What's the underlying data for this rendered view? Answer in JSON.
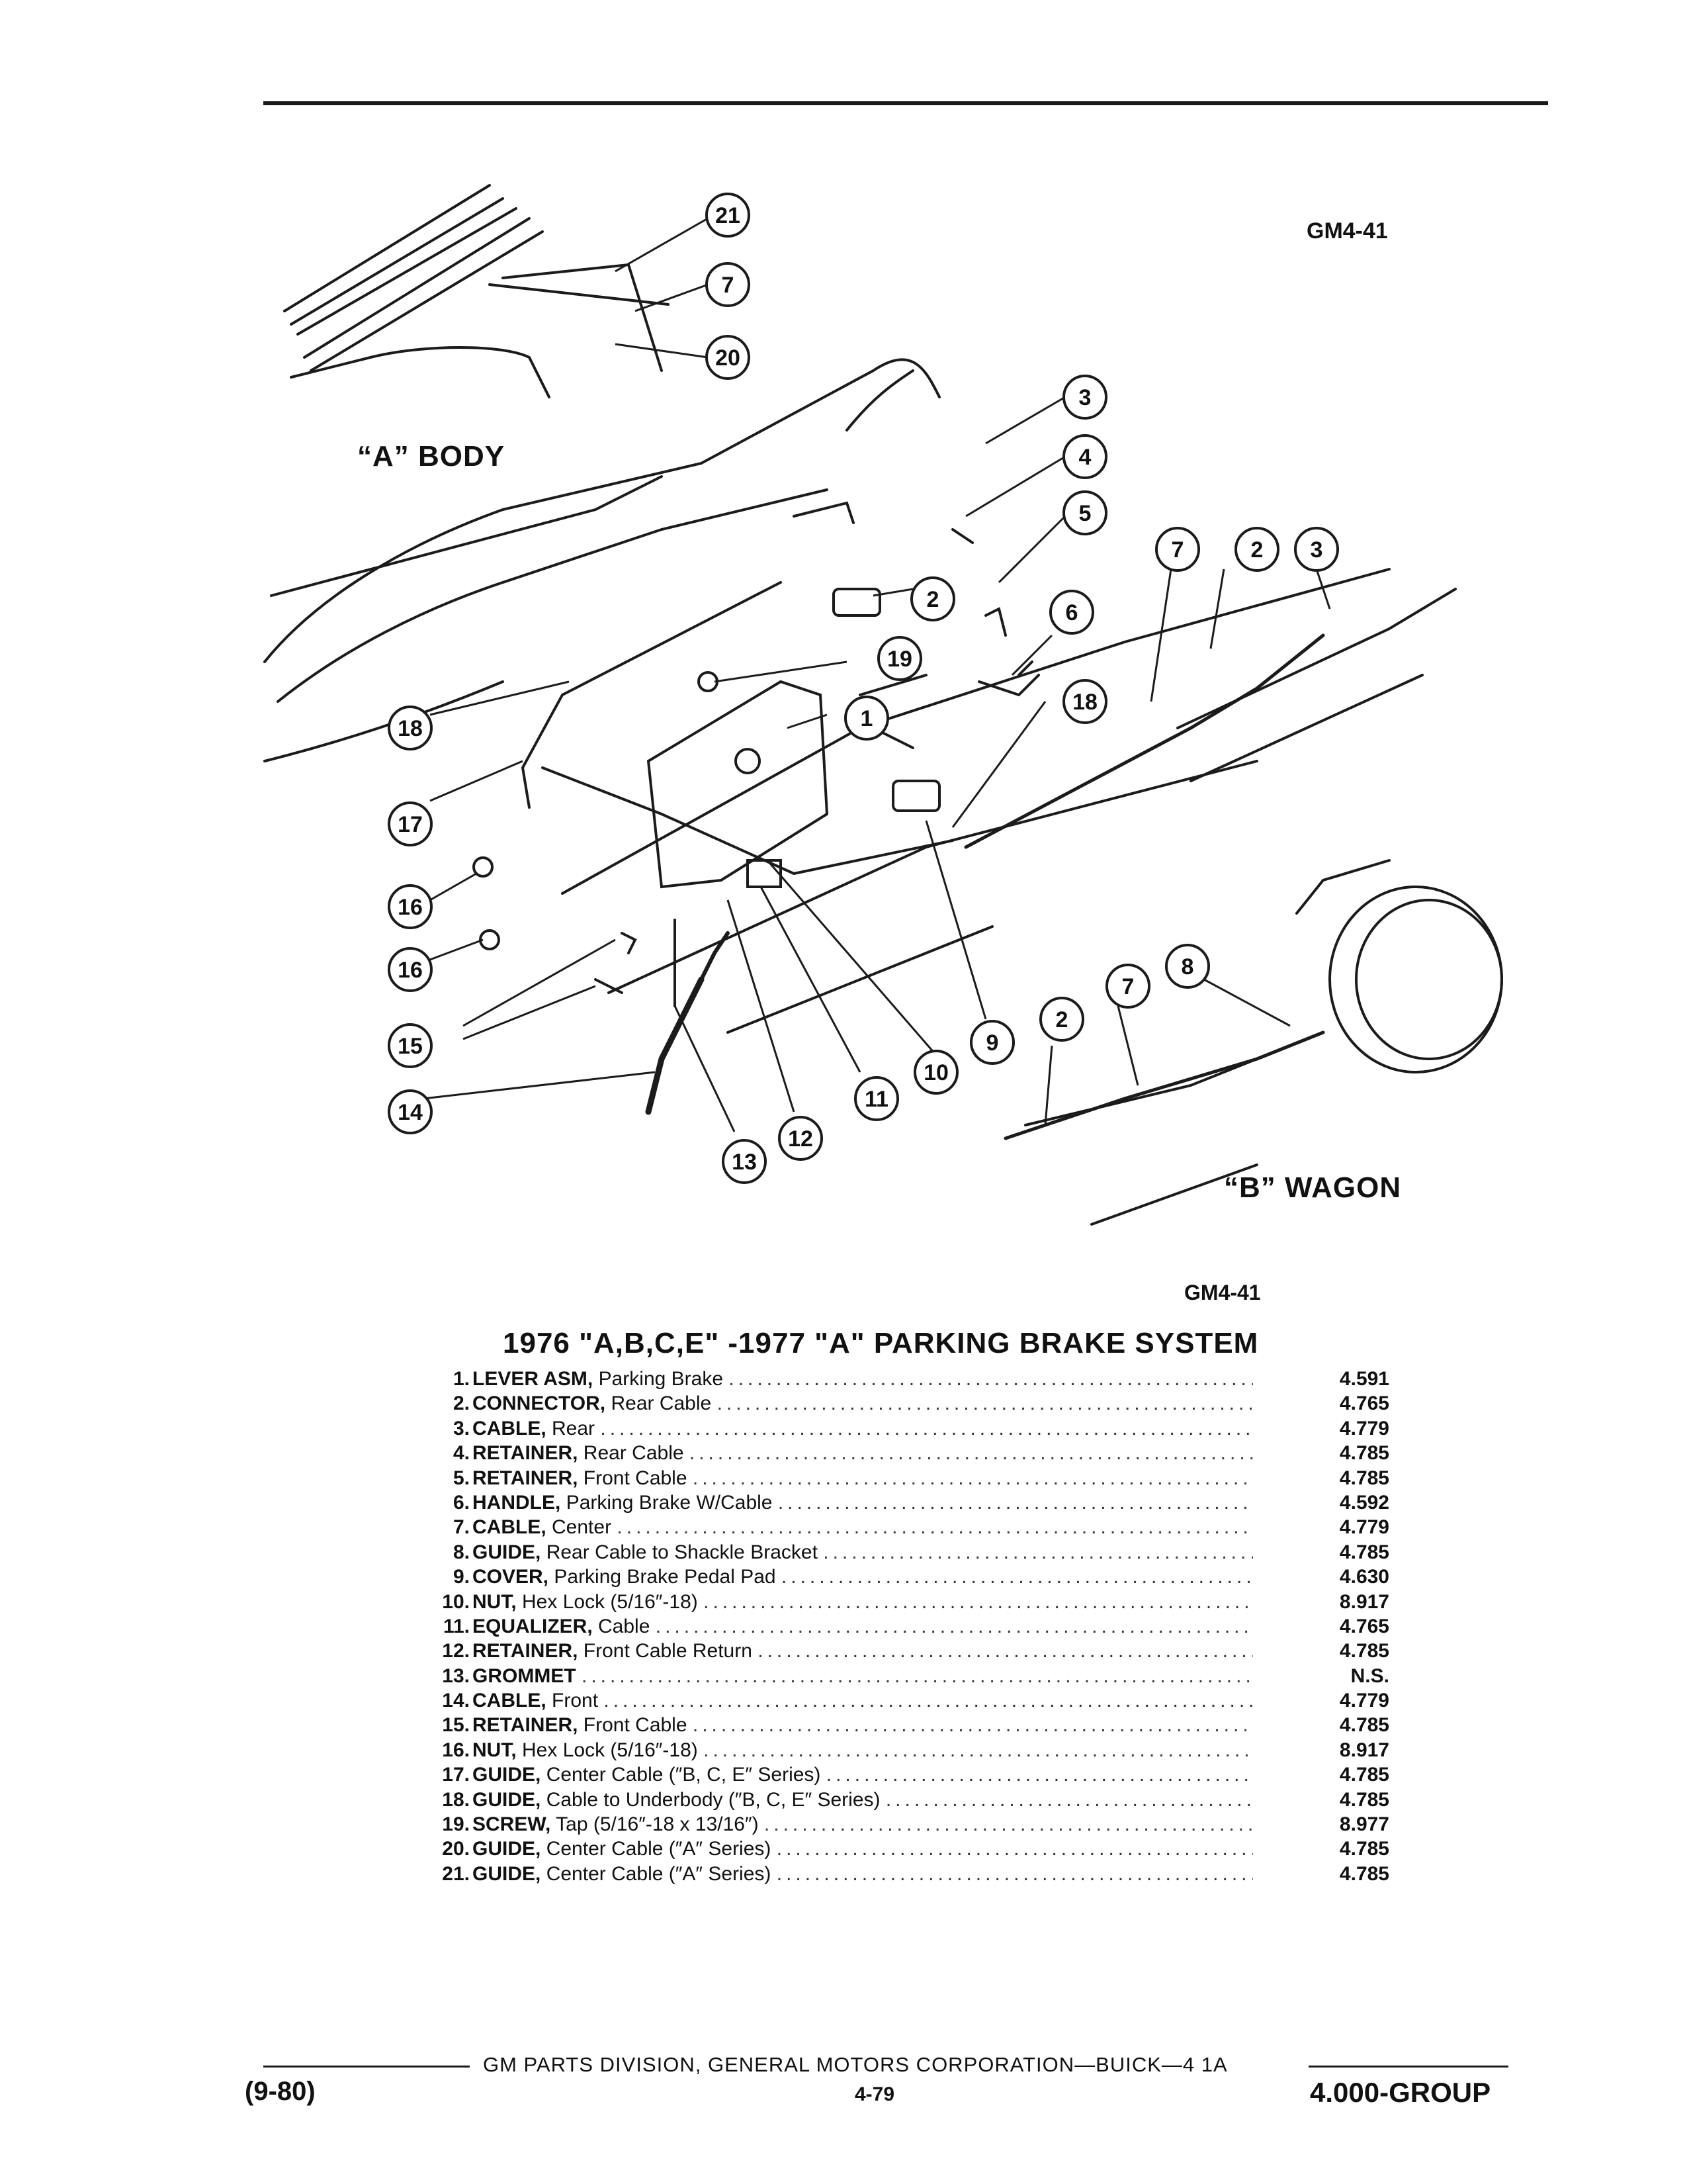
{
  "diagram": {
    "labels": {
      "a_body": "“A” BODY",
      "b_wagon": "“B” WAGON"
    },
    "codes": {
      "top": "GM4-41",
      "bottom": "GM4-41"
    },
    "callouts": [
      "21",
      "7",
      "20",
      "3",
      "4",
      "5",
      "2",
      "6",
      "19",
      "1",
      "18",
      "7",
      "2",
      "3",
      "18",
      "17",
      "16",
      "16",
      "15",
      "14",
      "13",
      "12",
      "11",
      "10",
      "9",
      "2",
      "7",
      "8"
    ]
  },
  "title": "1976 \"A,B,C,E\" -1977 \"A\" PARKING BRAKE SYSTEM",
  "parts": [
    {
      "num": "1.",
      "name": "LEVER ASM,",
      "desc": "Parking Brake",
      "ref": "4.591"
    },
    {
      "num": "2.",
      "name": "CONNECTOR,",
      "desc": "Rear Cable",
      "ref": "4.765"
    },
    {
      "num": "3.",
      "name": "CABLE,",
      "desc": "Rear",
      "ref": "4.779"
    },
    {
      "num": "4.",
      "name": "RETAINER,",
      "desc": "Rear Cable",
      "ref": "4.785"
    },
    {
      "num": "5.",
      "name": "RETAINER,",
      "desc": "Front Cable",
      "ref": "4.785"
    },
    {
      "num": "6.",
      "name": "HANDLE,",
      "desc": "Parking Brake W/Cable",
      "ref": "4.592"
    },
    {
      "num": "7.",
      "name": "CABLE,",
      "desc": "Center",
      "ref": "4.779"
    },
    {
      "num": "8.",
      "name": "GUIDE,",
      "desc": "Rear Cable to Shackle Bracket",
      "ref": "4.785"
    },
    {
      "num": "9.",
      "name": "COVER,",
      "desc": "Parking Brake Pedal Pad",
      "ref": "4.630"
    },
    {
      "num": "10.",
      "name": "NUT,",
      "desc": "Hex Lock (5/16″-18)",
      "ref": "8.917"
    },
    {
      "num": "11.",
      "name": "EQUALIZER,",
      "desc": "Cable",
      "ref": "4.765"
    },
    {
      "num": "12.",
      "name": "RETAINER,",
      "desc": "Front Cable Return",
      "ref": "4.785"
    },
    {
      "num": "13.",
      "name": "GROMMET",
      "desc": "",
      "ref": "N.S."
    },
    {
      "num": "14.",
      "name": "CABLE,",
      "desc": "Front",
      "ref": "4.779"
    },
    {
      "num": "15.",
      "name": "RETAINER,",
      "desc": "Front Cable",
      "ref": "4.785"
    },
    {
      "num": "16.",
      "name": "NUT,",
      "desc": "Hex Lock (5/16″-18)",
      "ref": "8.917"
    },
    {
      "num": "17.",
      "name": "GUIDE,",
      "desc": "Center Cable (″B, C, E″ Series)",
      "ref": "4.785"
    },
    {
      "num": "18.",
      "name": "GUIDE,",
      "desc": "Cable to Underbody (″B, C, E″ Series)",
      "ref": "4.785"
    },
    {
      "num": "19.",
      "name": "SCREW,",
      "desc": "Tap (5/16″-18 x 13/16″)",
      "ref": "8.977"
    },
    {
      "num": "20.",
      "name": "GUIDE,",
      "desc": "Center Cable (″A″ Series)",
      "ref": "4.785"
    },
    {
      "num": "21.",
      "name": "GUIDE,",
      "desc": "Center Cable (″A″ Series)",
      "ref": "4.785"
    }
  ],
  "footer": {
    "center": "GM PARTS DIVISION, GENERAL MOTORS CORPORATION—BUICK—4 1A",
    "left": "(9-80)",
    "page": "4-79",
    "right": "4.000-GROUP"
  }
}
